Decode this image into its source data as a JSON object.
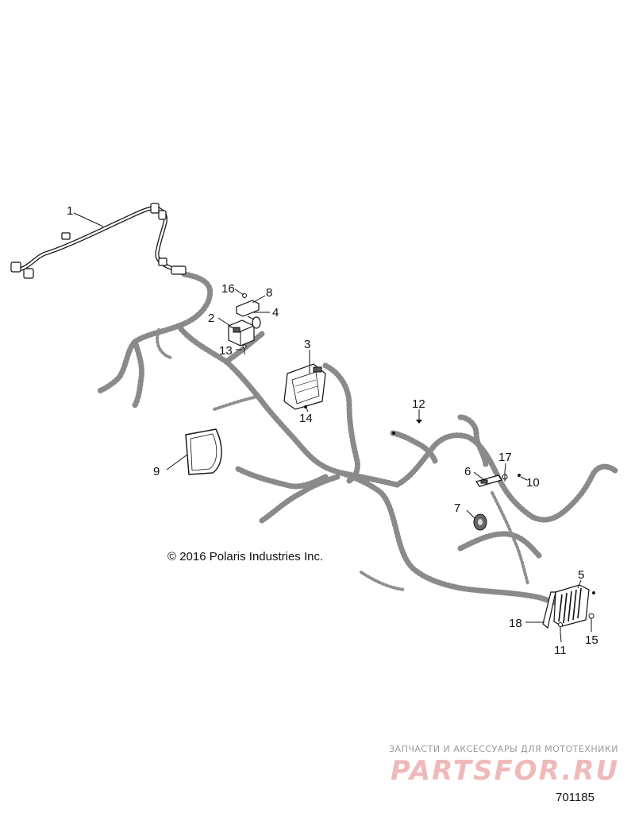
{
  "diagram": {
    "callouts": [
      "1",
      "2",
      "3",
      "4",
      "5",
      "6",
      "7",
      "8",
      "9",
      "10",
      "11",
      "12",
      "13",
      "14",
      "15",
      "16",
      "17",
      "18"
    ],
    "copyright": "© 2016 Polaris Industries Inc.",
    "watermark": {
      "tagline": "ЗАПЧАСТИ И АКСЕССУАРЫ ДЛЯ МОТОТЕХНИКИ",
      "logo_text": "PARTSFOR.RU"
    },
    "document_number": "701185"
  },
  "colors": {
    "line": "#111111",
    "harness": "#8a8a8a",
    "watermark_logo": "#f0b9b9"
  }
}
